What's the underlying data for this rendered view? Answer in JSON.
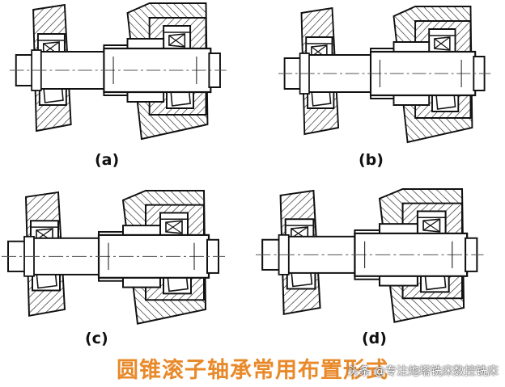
{
  "colors": {
    "ink": "#111111",
    "hatch": "#222222",
    "center_line": "#555555",
    "caption": "#e8892a",
    "watermark": "#ffffff"
  },
  "figures": [
    {
      "id": "a",
      "label": "(a)"
    },
    {
      "id": "b",
      "label": "(b)"
    },
    {
      "id": "c",
      "label": "(c)"
    },
    {
      "id": "d",
      "label": "(d)"
    }
  ],
  "caption": "圆锥滚子轴承常用布置形式",
  "watermark": "头条 @专注炮塔铣床数控铣床"
}
